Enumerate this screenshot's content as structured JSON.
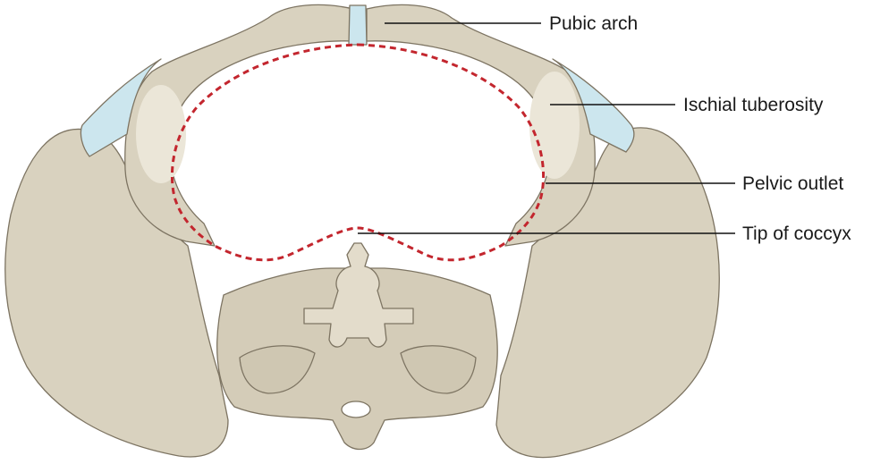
{
  "labels": {
    "pubic_arch": "Pubic arch",
    "ischial_tuberosity": "Ischial tuberosity",
    "pelvic_outlet": "Pelvic outlet",
    "tip_of_coccyx": "Tip of coccyx"
  },
  "colors": {
    "bone": "#d9d2bf",
    "bone_shade": "#c9c0a8",
    "bone_light": "#ebe6d8",
    "outline": "#7d7462",
    "cartilage": "#cce6ee",
    "outlet_dash": "#c3262e",
    "leader": "#111111"
  }
}
